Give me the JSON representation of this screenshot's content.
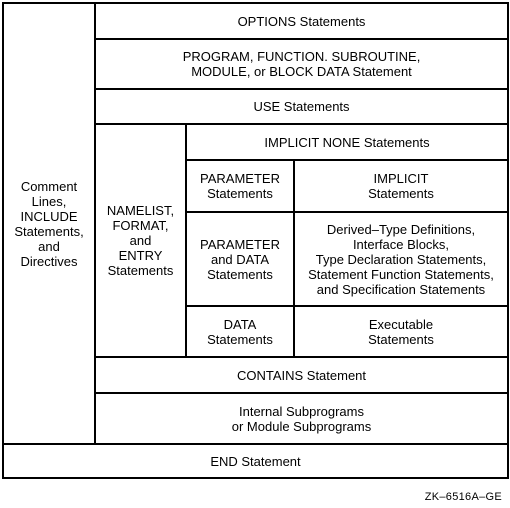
{
  "diagram": {
    "comment_lines": "Comment\nLines,\nINCLUDE\nStatements,\nand\nDirectives",
    "options": "OPTIONS Statements",
    "program_unit": "PROGRAM, FUNCTION. SUBROUTINE,\nMODULE, or BLOCK DATA Statement",
    "use": "USE Statements",
    "implicit_none": "IMPLICIT NONE Statements",
    "namelist": "NAMELIST,\nFORMAT,\nand\nENTRY\nStatements",
    "parameter_1": "PARAMETER\nStatements",
    "implicit": "IMPLICIT\nStatements",
    "parameter_data": "PARAMETER\nand DATA\nStatements",
    "specification": "Derived–Type Definitions,\nInterface Blocks,\nType Declaration Statements,\nStatement Function Statements,\nand Specification Statements",
    "data": "DATA\nStatements",
    "executable": "Executable\nStatements",
    "contains": "CONTAINS Statement",
    "internal_subprograms": "Internal Subprograms\nor Module Subprograms",
    "end": "END Statement"
  },
  "figure_id": "ZK–6516A–GE"
}
